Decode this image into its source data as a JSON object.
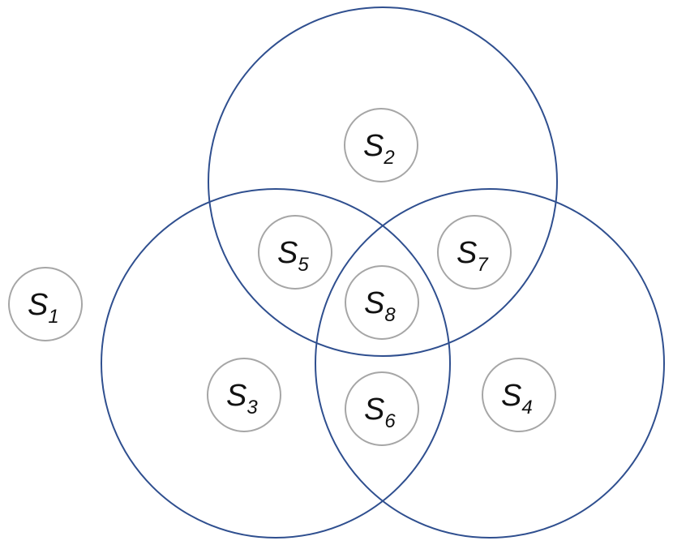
{
  "colors": {
    "set_stroke": "#2f4f8f",
    "region_stroke": "#a6a6a6",
    "label": "#111111"
  },
  "regions": [
    {
      "id": "s1",
      "letter": "S",
      "sub": "1"
    },
    {
      "id": "s2",
      "letter": "S",
      "sub": "2"
    },
    {
      "id": "s3",
      "letter": "S",
      "sub": "3"
    },
    {
      "id": "s4",
      "letter": "S",
      "sub": "4"
    },
    {
      "id": "s5",
      "letter": "S",
      "sub": "5"
    },
    {
      "id": "s6",
      "letter": "S",
      "sub": "6"
    },
    {
      "id": "s7",
      "letter": "S",
      "sub": "7"
    },
    {
      "id": "s8",
      "letter": "S",
      "sub": "8"
    }
  ]
}
